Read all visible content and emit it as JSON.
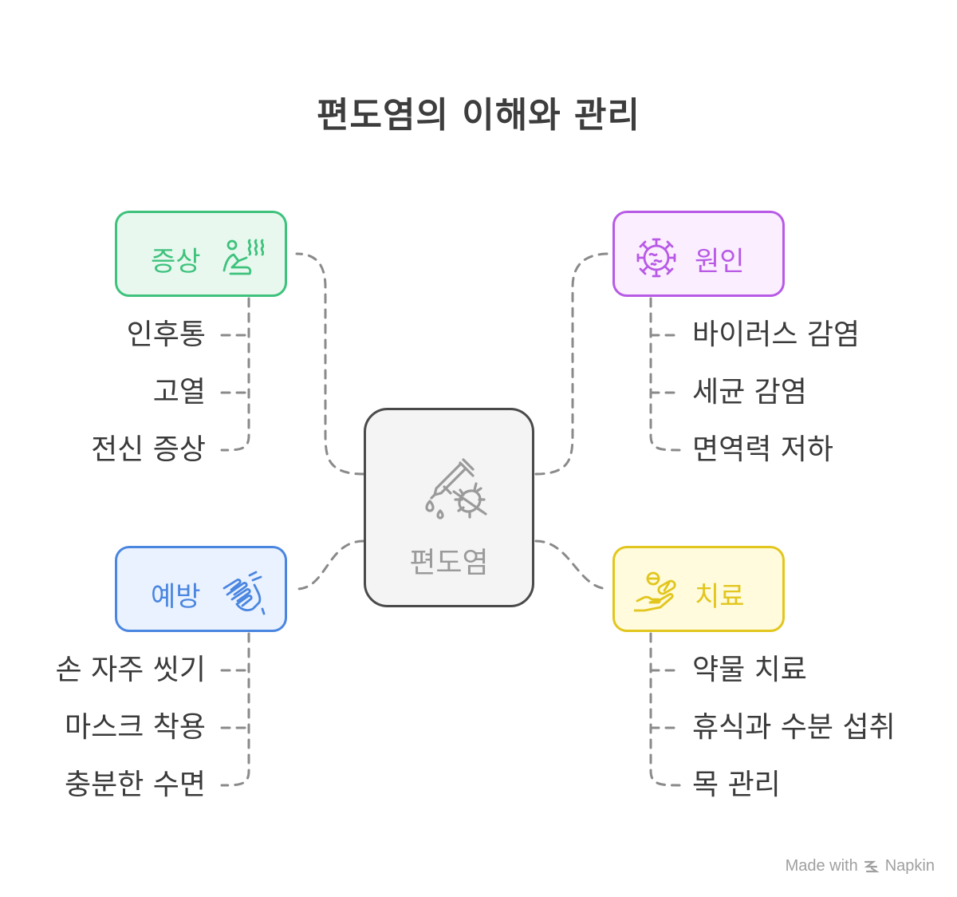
{
  "title": "편도염의 이해와 관리",
  "center": {
    "label": "편도염",
    "icon": "dropper-bacteria-icon"
  },
  "categories": [
    {
      "key": "symptoms",
      "label": "증상",
      "icon": "person-fever-icon",
      "color": "#3ec27c",
      "bg": "#e8f8ef",
      "items": [
        "인후통",
        "고열",
        "전신 증상"
      ]
    },
    {
      "key": "causes",
      "label": "원인",
      "icon": "virus-icon",
      "color": "#b85ae6",
      "bg": "#fbeeff",
      "items": [
        "바이러스 감염",
        "세균 감염",
        "면역력 저하"
      ]
    },
    {
      "key": "prevention",
      "label": "예방",
      "icon": "washing-hands-icon",
      "color": "#4a86e0",
      "bg": "#eaf2ff",
      "items": [
        "손 자주 씻기",
        "마스크 착용",
        "충분한 수면"
      ]
    },
    {
      "key": "treatment",
      "label": "치료",
      "icon": "hand-pills-icon",
      "color": "#e2c61d",
      "bg": "#fffbdc",
      "items": [
        "약물 치료",
        "휴식과 수분 섭취",
        "목 관리"
      ]
    }
  ],
  "footer": {
    "made_with": "Made with",
    "brand": "Napkin"
  }
}
